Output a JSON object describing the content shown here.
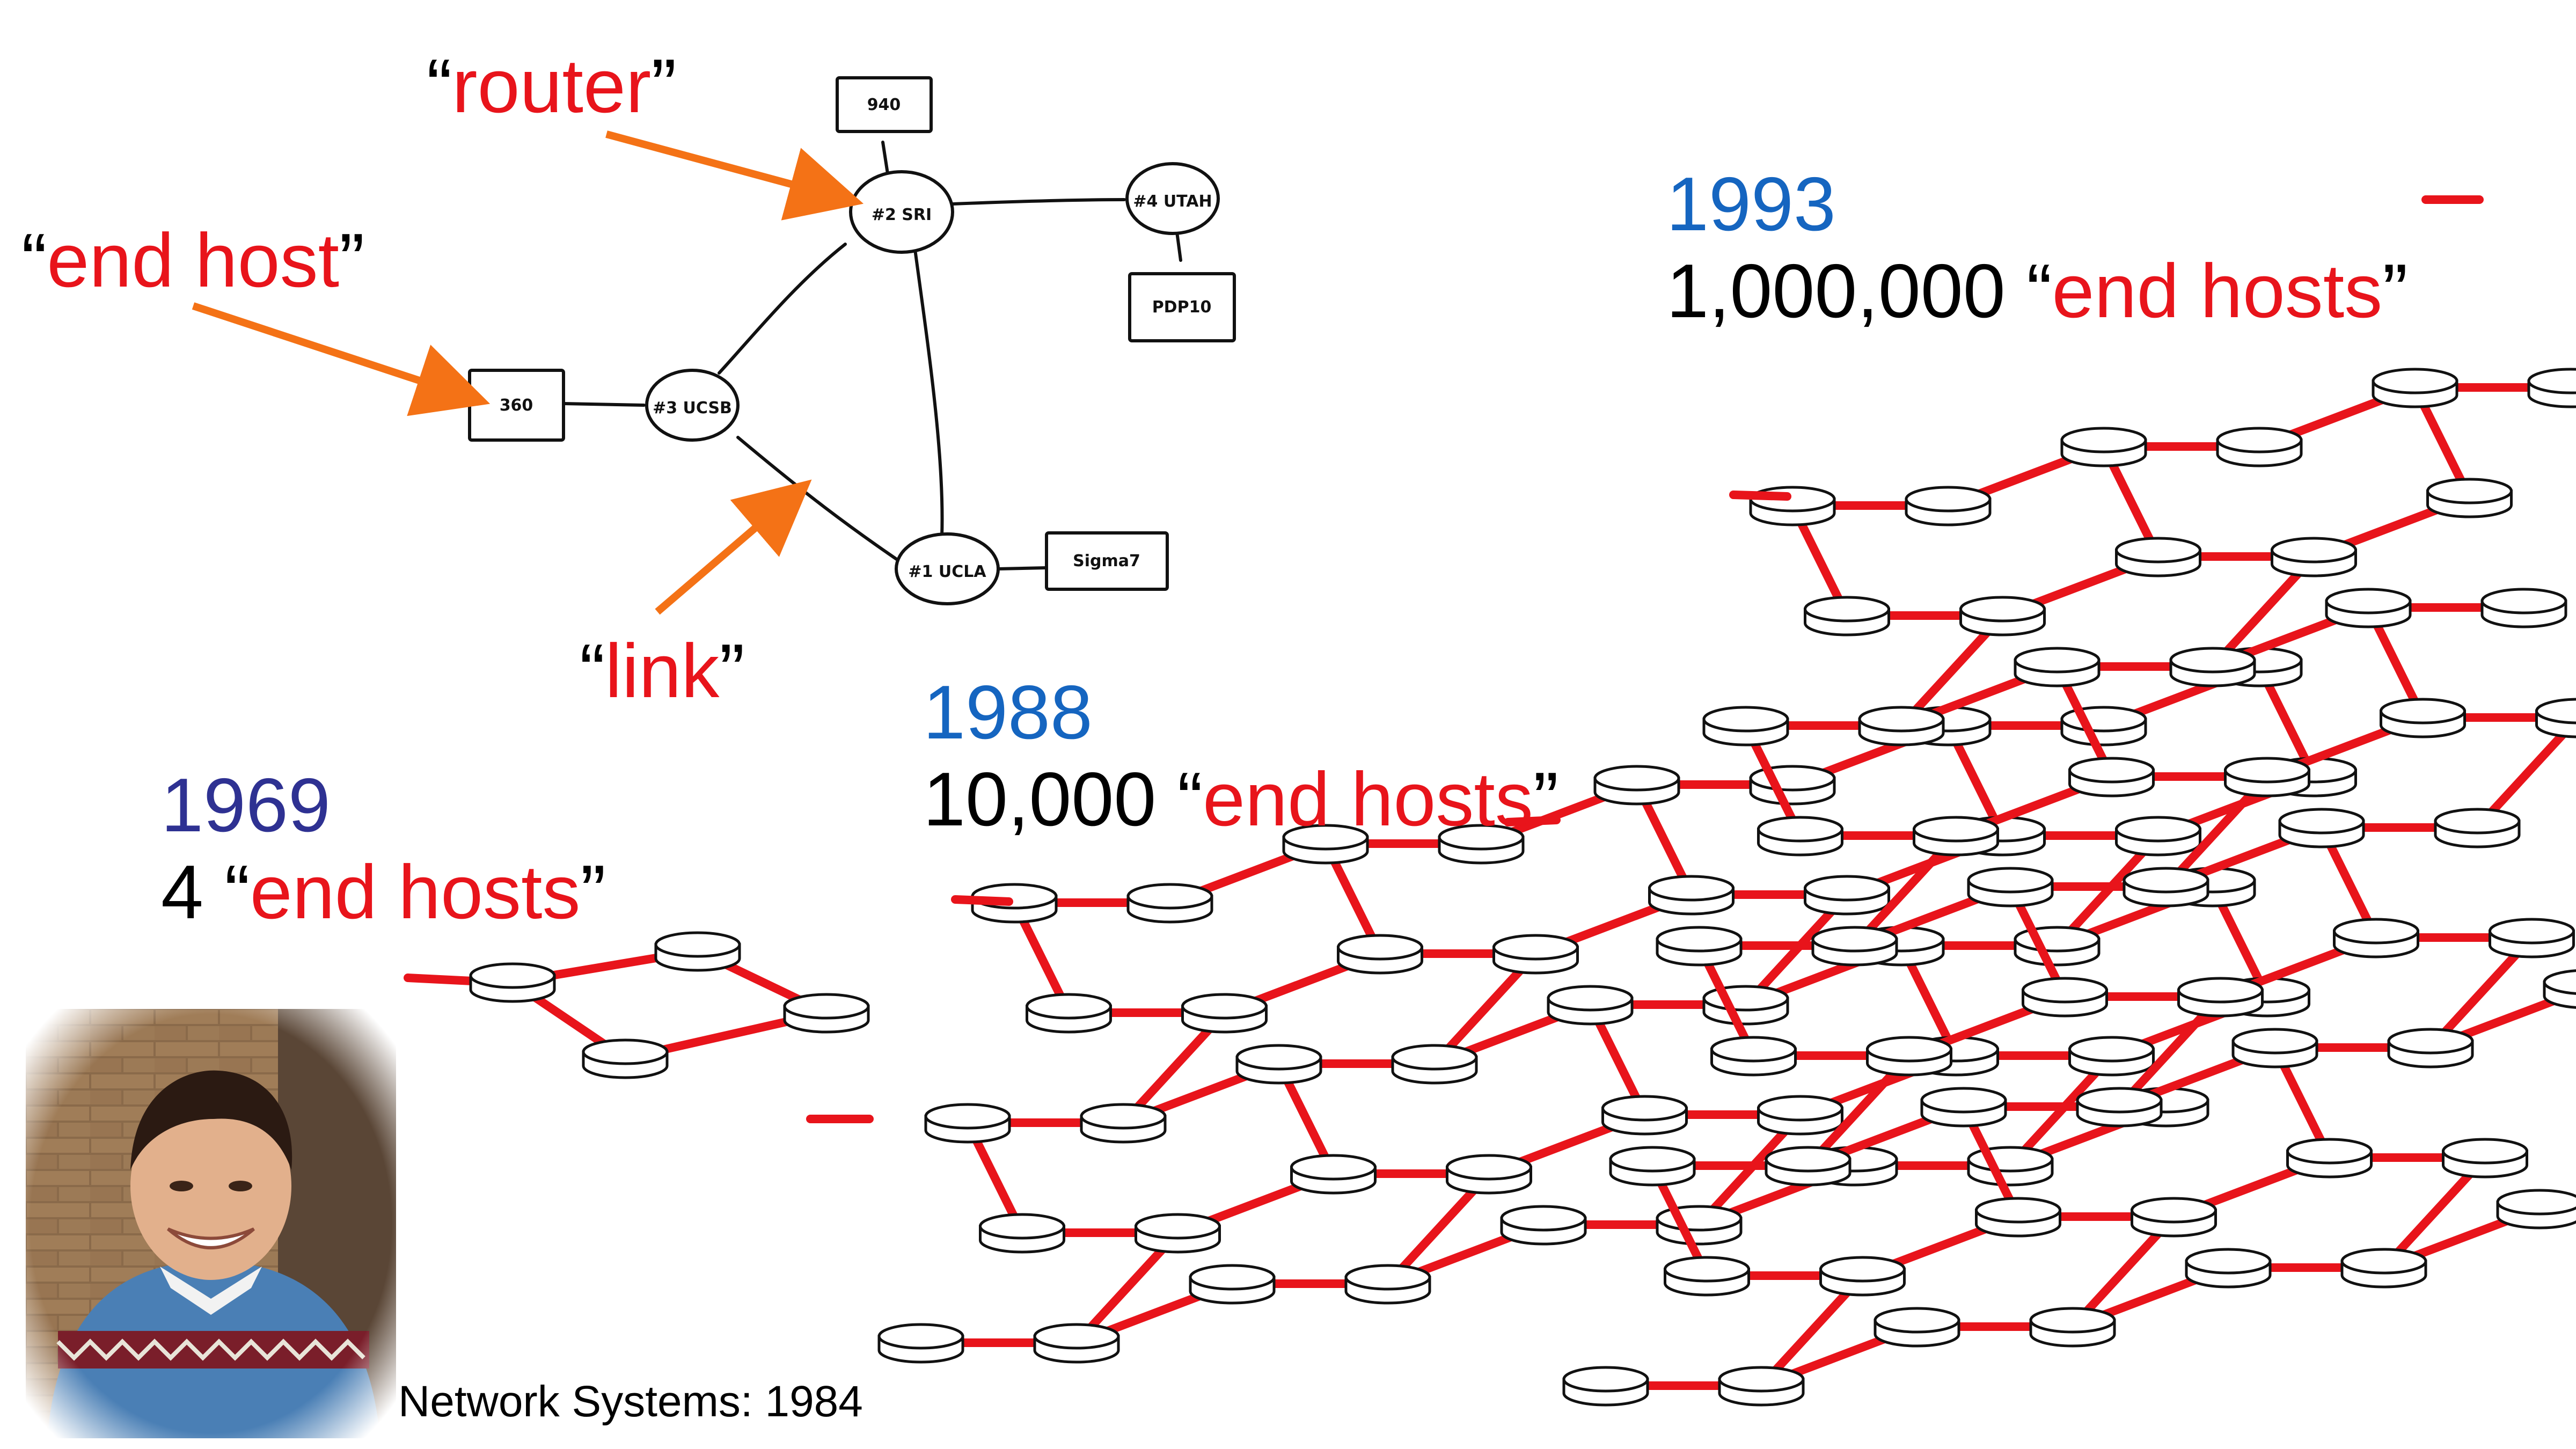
{
  "arpanet_sketch": {
    "routers": [
      "#2 SRI",
      "#4 UTAH",
      "#3 UCSB",
      "#1 UCLA"
    ],
    "hosts": [
      "940",
      "PDP10",
      "360",
      "Sigma7"
    ]
  },
  "annotations": {
    "router": {
      "open": "“",
      "word": "router",
      "close": "”"
    },
    "end_host": {
      "open": "“",
      "word": "end host",
      "close": "”"
    },
    "link": {
      "open": "“",
      "word": "link",
      "close": "”"
    }
  },
  "eras": [
    {
      "year": "1969",
      "count": "4",
      "open": "“",
      "word": "end hosts",
      "close": "”",
      "year_color": "#2e3192"
    },
    {
      "year": "1988",
      "count": "10,000",
      "open": "“",
      "word": "end hosts",
      "close": "”",
      "year_color": "#1565c0"
    },
    {
      "year": "1993",
      "count": "1,000,000",
      "open": "“",
      "word": "end hosts",
      "close": "”",
      "year_color": "#1565c0"
    }
  ],
  "photo": {
    "caption": "Network Systems: 1984"
  },
  "colors": {
    "accent_red": "#e8141b",
    "arrow_orange": "#f47216",
    "link_red": "#e8141b"
  }
}
